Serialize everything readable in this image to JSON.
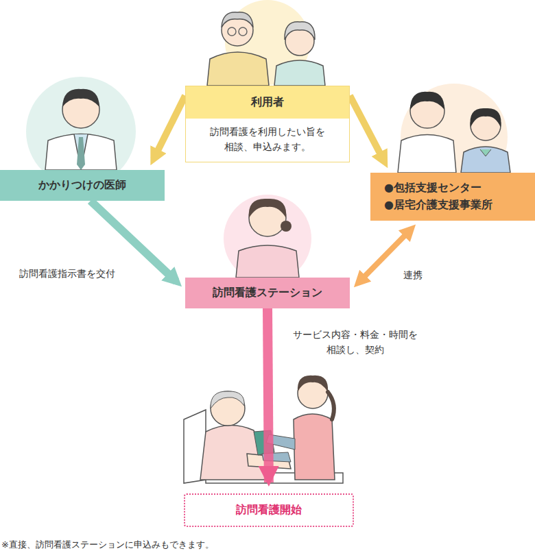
{
  "diagram": {
    "nodes": [
      {
        "text": [
          "利用者",
          "訪問看護を利用したい旨を 相談、申込みます。"
        ]
      },
      {
        "text": [
          "かかりつけの医師"
        ]
      },
      {
        "text": [
          "●包括支援センター",
          "●居宅介護支援事業所"
        ]
      },
      {
        "text": [
          "訪問看護ステーション"
        ]
      },
      {
        "text": [
          "訪問看護開始"
        ]
      }
    ],
    "edges": [
      {
        "from": 0,
        "to": 1,
        "arrow": "to"
      },
      {
        "from": 0,
        "to": 2,
        "arrow": "to"
      },
      {
        "from": 1,
        "to": 3,
        "arrow": "to",
        "label": "訪問看護指示書を交付"
      },
      {
        "from": 2,
        "to": 3,
        "arrow": "both",
        "label": "連携"
      },
      {
        "from": 3,
        "to": 4,
        "arrow": "to",
        "label": "サービス内容・料金・時間を 相談し、契約"
      }
    ],
    "labels": [
      "※直接、訪問看護ステーションに申込みもできます。"
    ]
  }
}
